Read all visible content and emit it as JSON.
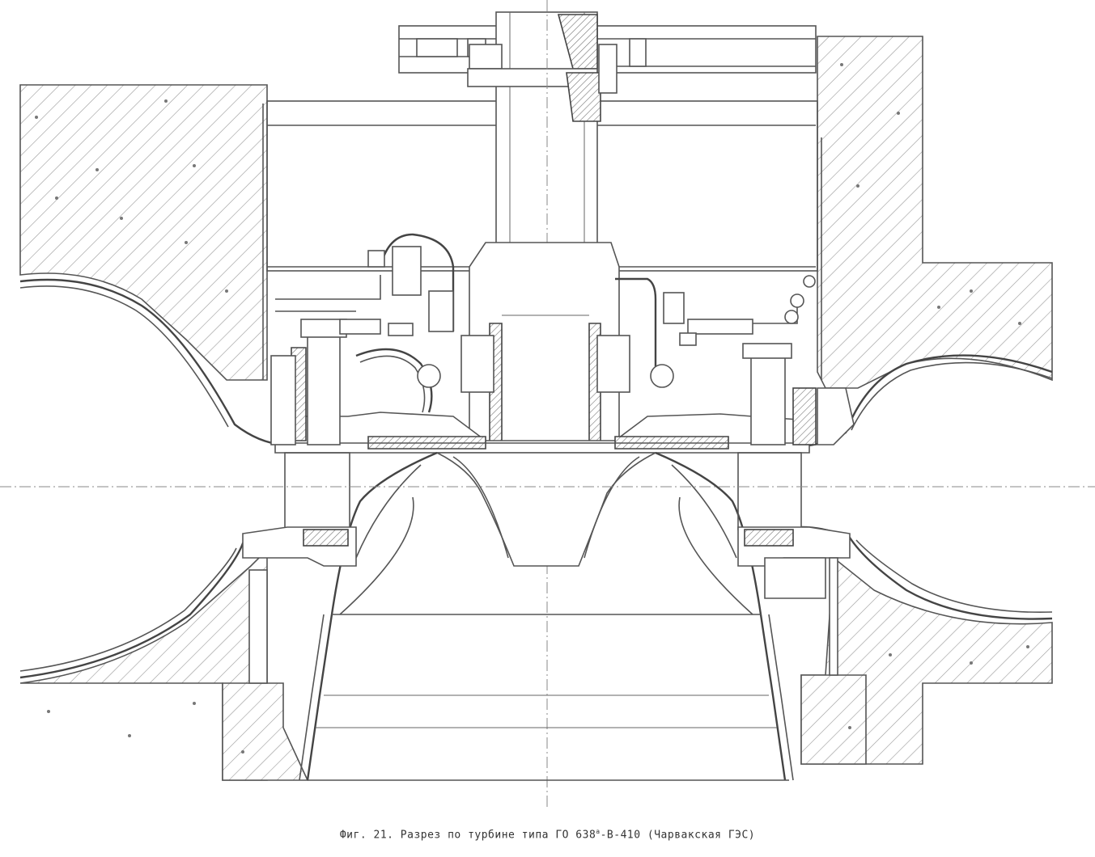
{
  "caption": {
    "prefix": "Фиг. 21. Разрез по турбине типа ГО 638",
    "superscript": "а",
    "suffix": "-В-410 (Чарвакская ГЭС)"
  }
}
